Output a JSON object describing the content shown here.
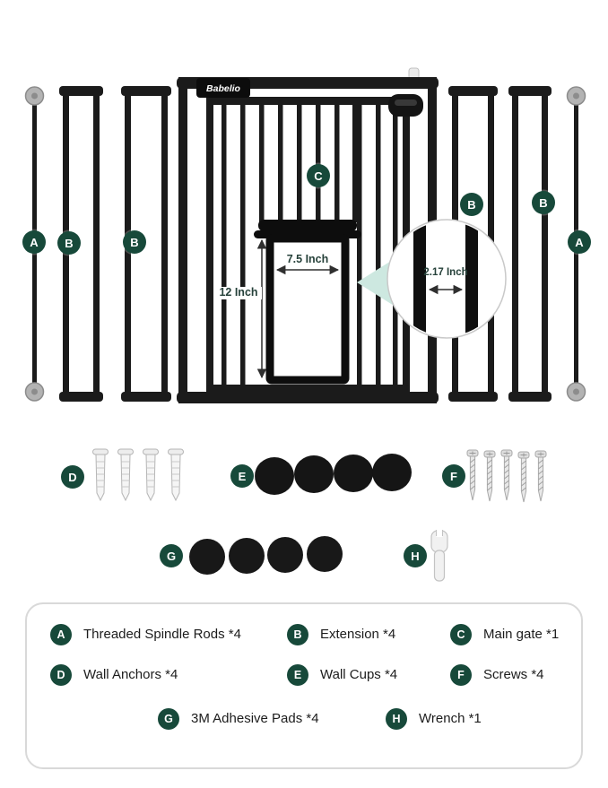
{
  "brand_label": "Babelio",
  "labels": {
    "a": "A",
    "b": "B",
    "c": "C",
    "d": "D",
    "e": "E",
    "f": "F",
    "g": "G",
    "h": "H"
  },
  "measurements": {
    "door_width": "7.5 Inch",
    "door_height": "12 Inch",
    "bar_gap": "2.17 Inch"
  },
  "colors": {
    "badge_green": "#17493a",
    "gate_black": "#1b1b1b",
    "measure_text": "#26413a",
    "magnifier_pointer": "#cde8e0"
  },
  "legend": {
    "items": [
      {
        "label": "A",
        "text": "Threaded Spindle Rods *4"
      },
      {
        "label": "B",
        "text": "Extension *4"
      },
      {
        "label": "C",
        "text": "Main gate *1"
      },
      {
        "label": "D",
        "text": "Wall Anchors *4"
      },
      {
        "label": "E",
        "text": "Wall Cups *4"
      },
      {
        "label": "F",
        "text": "Screws *4"
      },
      {
        "label": "G",
        "text": "3M Adhesive Pads *4"
      },
      {
        "label": "H",
        "text": "Wrench *1"
      }
    ]
  }
}
